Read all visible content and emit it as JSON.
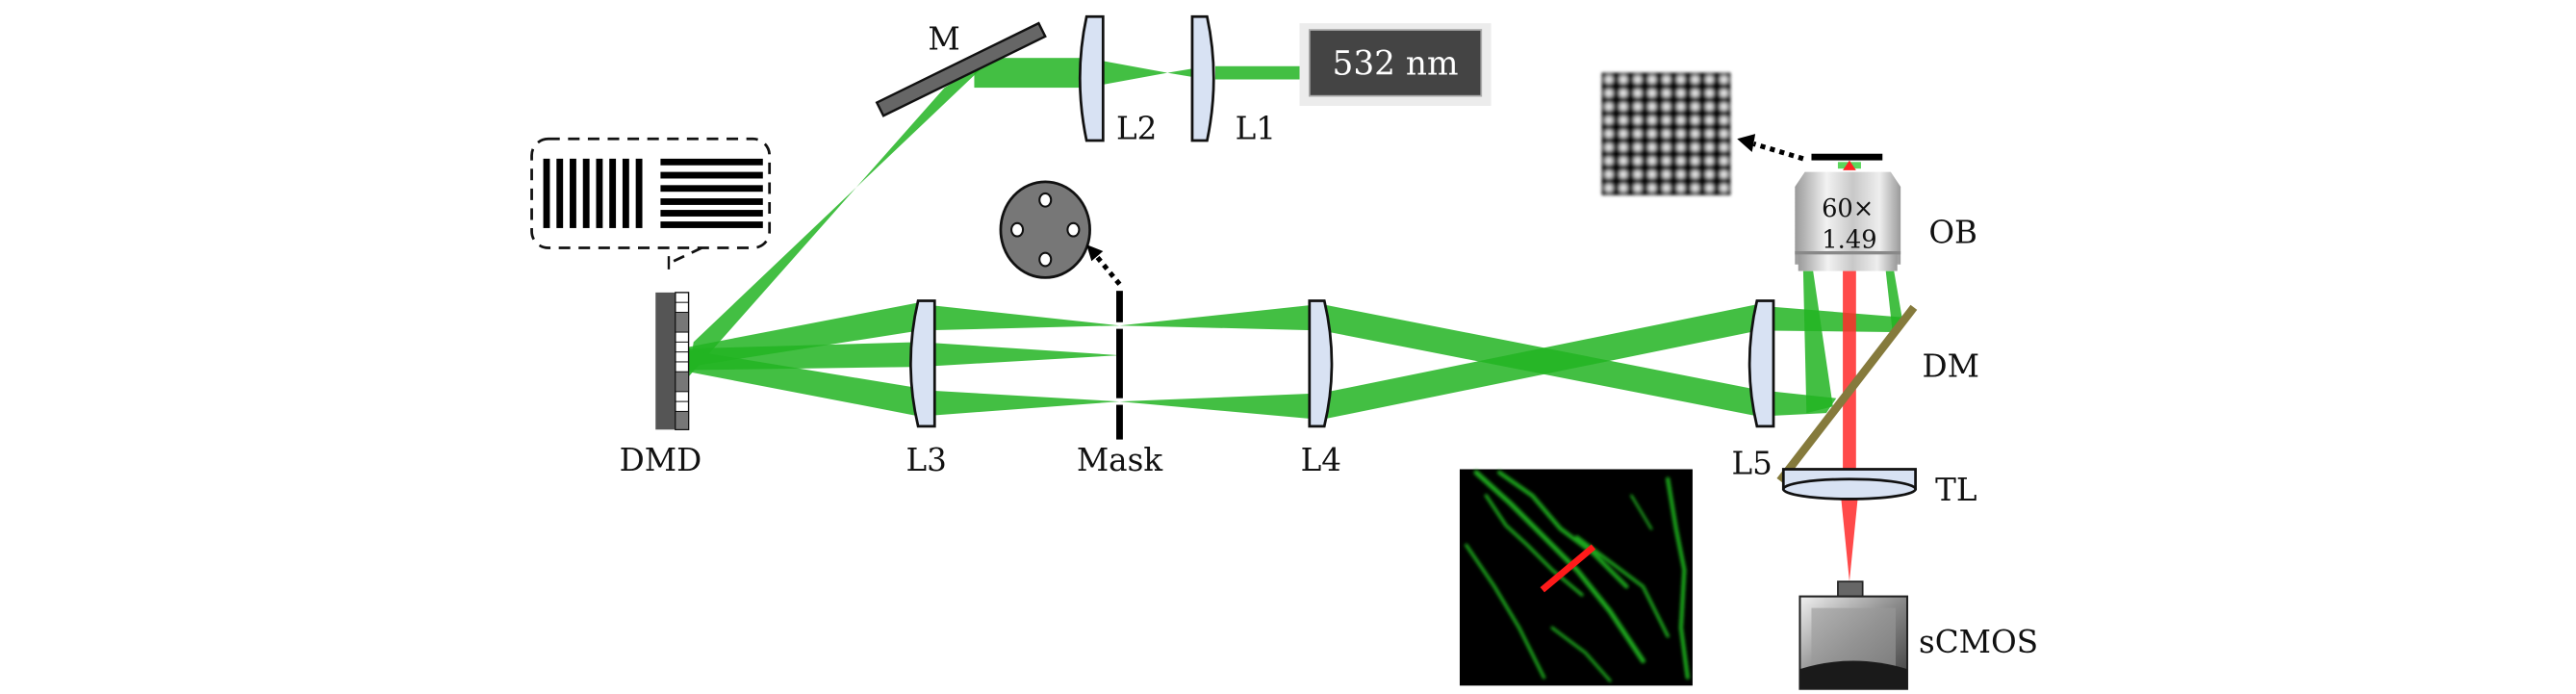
{
  "colors": {
    "beam_green": "#22b422",
    "beam_red": "#ff2a2a",
    "lens_fill": "#d8e2f3",
    "dichroic": "#857a3c",
    "laser_box": "#444444"
  },
  "laser": {
    "label": "532 nm"
  },
  "labels": {
    "mirror": "M",
    "l1": "L1",
    "l2": "L2",
    "l3": "L3",
    "l4": "L4",
    "l5": "L5",
    "dmd": "DMD",
    "mask": "Mask",
    "objective": "OB",
    "dichroic": "DM",
    "tube_lens": "TL",
    "camera": "sCMOS"
  },
  "objective": {
    "magnification": "60×",
    "na": "1.49"
  }
}
